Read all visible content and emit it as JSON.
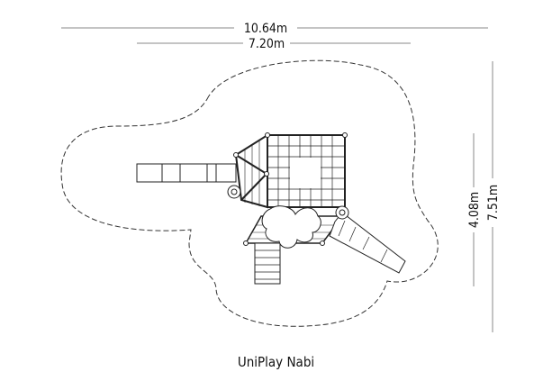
{
  "dimensions": {
    "total_width": "10.64m",
    "equipment_width": "7.20m",
    "equipment_depth": "4.08m",
    "total_depth": "7.51m"
  },
  "product_name": "UniPlay Nabi",
  "colors": {
    "line": "#222222",
    "dim_line": "#888888"
  }
}
